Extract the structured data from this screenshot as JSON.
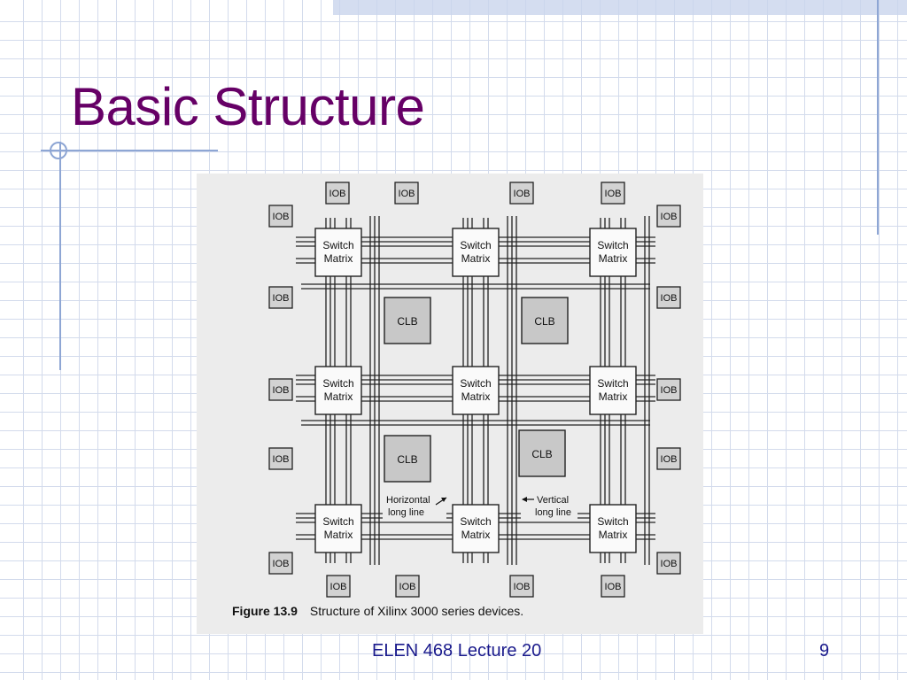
{
  "slide": {
    "title": "Basic Structure",
    "footer": "ELEN 468 Lecture 20",
    "number": "9"
  },
  "figure": {
    "caption_number": "Figure 13.9",
    "caption_text": "Structure of Xilinx 3000 series devices.",
    "iob_label": "IOB",
    "switch_label_line1": "Switch",
    "switch_label_line2": "Matrix",
    "clb_label": "CLB",
    "horizontal_label_line1": "Horizontal",
    "horizontal_label_line2": "long line",
    "vertical_label_line1": "Vertical",
    "vertical_label_line2": "long line"
  }
}
